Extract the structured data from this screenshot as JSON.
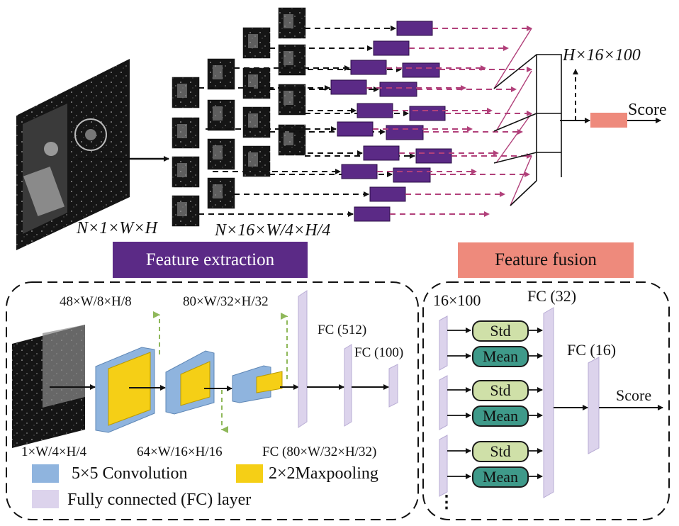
{
  "colors": {
    "extraction": "#5b2a86",
    "fusion": "#ee8a7c",
    "conv": "#8fb4de",
    "pool": "#f5cf16",
    "fc": "#dcd3ec",
    "std": "#cfe0a8",
    "mean": "#3f9a8a",
    "arrow_magenta": "#b1407a",
    "arrow_green": "#8fb85a"
  },
  "top": {
    "input_dims": "N×1×W×H",
    "patch_dims": "N×16×W/4×H/4",
    "fusion_dims": "H×16×100",
    "score_label": "Score"
  },
  "banners": {
    "extraction": "Feature extraction",
    "fusion": "Feature fusion"
  },
  "extraction_panel": {
    "pool1_dims": "48×W/8×H/8",
    "pool3_dims": "80×W/32×H/32",
    "fc512_label": "FC (512)",
    "fc100_label": "FC (100)",
    "input_dims": "1×W/4×H/4",
    "pool2_dims": "64×W/16×H/16",
    "fc_input_dims": "FC (80×W/32×H/32)"
  },
  "legend": {
    "conv": "5×5 Convolution",
    "pool": "2×2Maxpooling",
    "fc": "Fully connected (FC) layer"
  },
  "fusion_panel": {
    "input_dims": "16×100",
    "fc32_label": "FC (32)",
    "fc16_label": "FC (16)",
    "score_label": "Score",
    "stat_blocks": [
      {
        "std": "Std",
        "mean": "Mean"
      },
      {
        "std": "Std",
        "mean": "Mean"
      },
      {
        "std": "Std",
        "mean": "Mean"
      }
    ],
    "ellipsis": "⋮"
  }
}
